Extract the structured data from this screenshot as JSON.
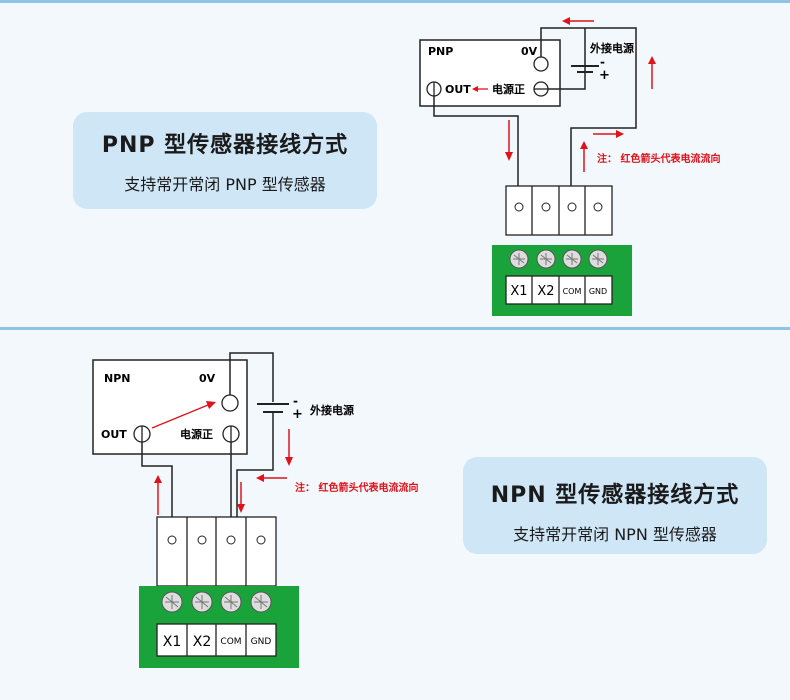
{
  "pnp": {
    "title": "PNP 型传感器接线方式",
    "subtitle": "支持常开常闭 PNP 型传感器",
    "sensor_name": "PNP",
    "zero_v": "0V",
    "out_label": "OUT",
    "power_pos": "电源正",
    "ext_power": "外接电源",
    "minus": "-",
    "plus": "+",
    "note": "注：  红色箭头代表电流流向"
  },
  "npn": {
    "title": "NPN 型传感器接线方式",
    "subtitle": "支持常开常闭 NPN 型传感器",
    "sensor_name": "NPN",
    "zero_v": "0V",
    "out_label": "OUT",
    "power_pos": "电源正",
    "ext_power": "外接电源",
    "minus": "-",
    "plus": "+",
    "note": "注：  红色箭头代表电流流向"
  },
  "terminals": [
    "X1",
    "X2",
    "COM",
    "GND"
  ],
  "colors": {
    "board": "#1aa33a",
    "arrow": "#e0121b",
    "card": "#cfe6f7",
    "divider": "#8ec5e6"
  }
}
